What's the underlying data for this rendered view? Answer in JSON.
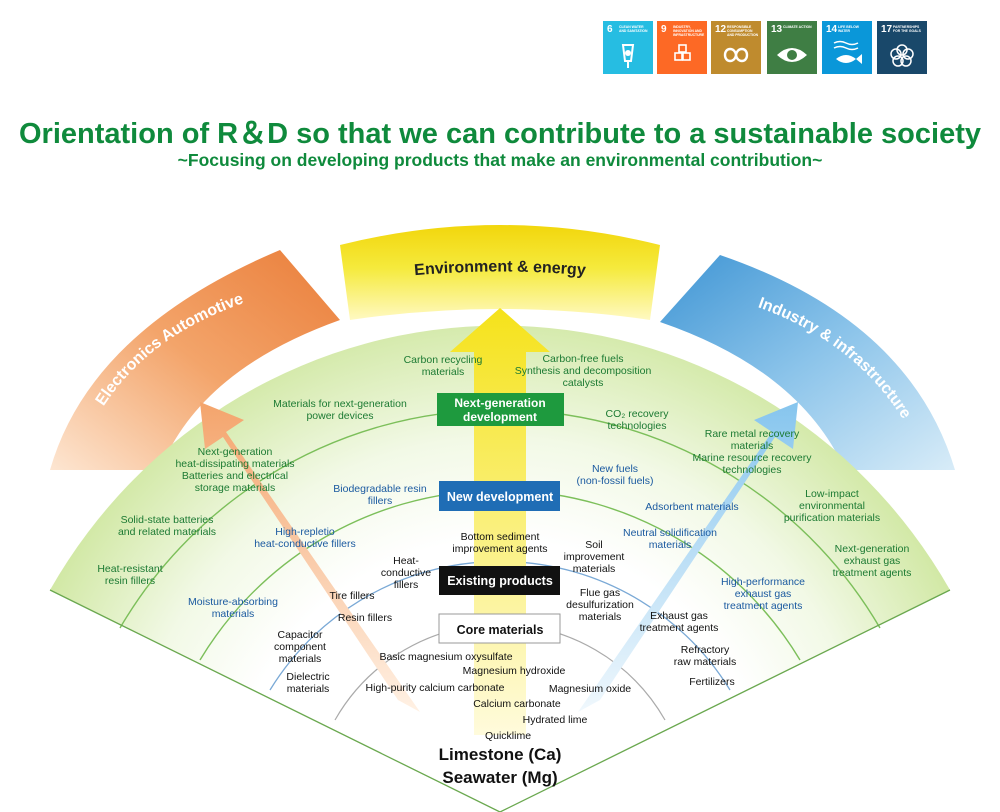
{
  "colors": {
    "title_green": "#0f8a3c",
    "label_green": "#1c7a33",
    "label_blue": "#1b5aa0",
    "label_black": "#111111",
    "electronics_band": "#ee8f50",
    "environment_band": "#f2e21a",
    "industry_band": "#5aa7dc",
    "next_gen_box": "#1e9a3e",
    "new_dev_box": "#1f6db5",
    "existing_box": "#111111"
  },
  "sdg_icons": [
    {
      "number": "6",
      "title": "CLEAN WATER AND SANITATION",
      "color": "#26bde2",
      "icon": "water-drop-icon"
    },
    {
      "number": "9",
      "title": "INDUSTRY, INNOVATION AND INFRASTRUCTURE",
      "color": "#fd6925",
      "icon": "cubes-icon"
    },
    {
      "number": "12",
      "title": "RESPONSIBLE CONSUMPTION AND PRODUCTION",
      "color": "#bf8b2e",
      "icon": "infinity-icon"
    },
    {
      "number": "13",
      "title": "CLIMATE ACTION",
      "color": "#3f7e44",
      "icon": "eye-globe-icon"
    },
    {
      "number": "14",
      "title": "LIFE BELOW WATER",
      "color": "#0a97d9",
      "icon": "fish-icon"
    },
    {
      "number": "17",
      "title": "PARTNERSHIPS FOR THE GOALS",
      "color": "#19486a",
      "icon": "flower-icon"
    }
  ],
  "header": {
    "title": "Orientation of R＆D so that we can contribute to a sustainable society",
    "subtitle": "~Focusing on developing products that make an environmental contribution~"
  },
  "bands": {
    "electronics": "Electronics Automotive",
    "environment": "Environment & energy",
    "industry": "Industry & infrastructure"
  },
  "boxes": {
    "next_generation": [
      "Next-generation",
      "development"
    ],
    "new_development": "New development",
    "existing_products": "Existing products",
    "core_materials": "Core materials"
  },
  "next_gen_ring": [
    [
      "Carbon recycling",
      "materials"
    ],
    [
      "Carbon-free fuels",
      "Synthesis and decomposition",
      "catalysts"
    ],
    [
      "Materials for next-generation",
      "power devices"
    ],
    [
      "CO₂ recovery",
      "technologies"
    ],
    [
      "Next-generation",
      "heat-dissipating materials",
      "Batteries and electrical",
      "storage materials"
    ],
    [
      "Rare metal recovery",
      "materials",
      "Marine resource recovery",
      "technologies"
    ],
    [
      "Solid-state batteries",
      "and related materials"
    ],
    [
      "Low-impact",
      "environmental",
      "purification materials"
    ],
    [
      "Heat-resistant",
      "resin fillers"
    ],
    [
      "Next-generation",
      "exhaust gas",
      "treatment agents"
    ]
  ],
  "new_ring": [
    [
      "Biodegradable resin",
      "fillers"
    ],
    [
      "New fuels",
      "(non-fossil fuels)"
    ],
    [
      "Adsorbent materials"
    ],
    [
      "High-repletio",
      "heat-conductive fillers"
    ],
    [
      "Neutral solidification",
      "materials"
    ],
    [
      "Moisture-absorbing",
      "materials"
    ],
    [
      "High-performance",
      "exhaust gas",
      "treatment agents"
    ]
  ],
  "existing_ring": [
    [
      "Bottom sediment",
      "improvement agents"
    ],
    [
      "Heat-",
      "conductive",
      "fillers"
    ],
    [
      "Soil",
      "improvement",
      "materials"
    ],
    [
      "Flue gas",
      "desulfurization",
      "materials"
    ],
    [
      "Tire fillers"
    ],
    [
      "Resin fillers"
    ],
    [
      "Exhaust gas",
      "treatment agents"
    ],
    [
      "Capacitor",
      "component",
      "materials"
    ],
    [
      "Refractory",
      "raw materials"
    ],
    [
      "Dielectric",
      "materials"
    ],
    [
      "Fertilizers"
    ]
  ],
  "core_ring": [
    [
      "Basic magnesium oxysulfate"
    ],
    [
      "Magnesium hydroxide"
    ],
    [
      "High-purity calcium carbonate"
    ],
    [
      "Magnesium oxide"
    ],
    [
      "Calcium carbonate"
    ],
    [
      "Hydrated lime"
    ],
    [
      "Quicklime"
    ]
  ],
  "sources": [
    "Limestone (Ca)",
    "Seawater (Mg)"
  ]
}
